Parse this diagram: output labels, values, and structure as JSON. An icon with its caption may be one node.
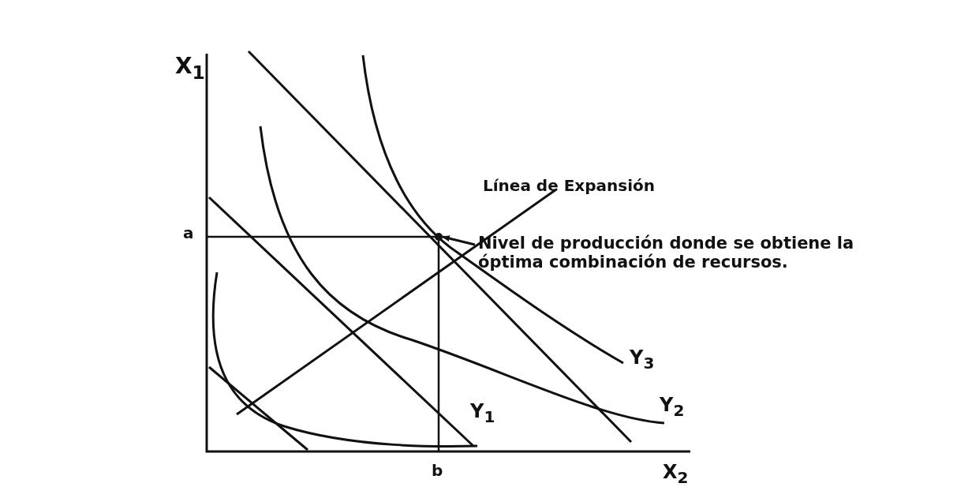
{
  "diagram": {
    "nodes": [
      {
        "text": [
          "Nivel de producción donde se obtiene la óptima combinación de recursos."
        ]
      },
      {
        "text": [],
        "shape": "circle"
      }
    ],
    "edges": [
      {
        "from": 0,
        "to": 1,
        "arrow": "to"
      }
    ],
    "labels": [
      "X$_{1}$",
      "Línea de Expansión",
      "a",
      "Y$_{3}$",
      "Y$_{1}$",
      "Y$_{2}$",
      "b",
      "X$_{2}$"
    ]
  }
}
